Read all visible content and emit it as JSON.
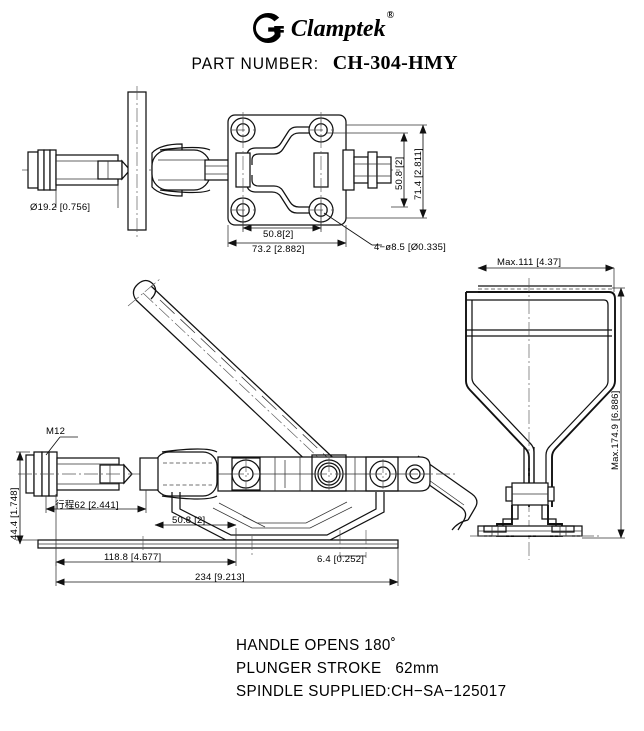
{
  "header": {
    "brand_icon": "clamptek-logo-icon",
    "brand_name": "Clamptek",
    "registered_mark": "®",
    "part_label": "PART NUMBER:",
    "part_number": "CH-304-HMY"
  },
  "views": {
    "top_view": "top-view-plan",
    "side_view": "side-view-elevation",
    "front_view": "front-view-section"
  },
  "dimensions": {
    "plunger_diameter": "Ø19.2 [0.756]",
    "mount_height": "50.8 [2]",
    "overall_plate_height": "71.4 [2.811]",
    "hole_spacing_horizontal": "50.8[2]",
    "plate_width": "73.2 [2.882]",
    "hole_callout": "4−ø8.5 [Ø0.335]",
    "max_width": "Max.111 [4.37]",
    "max_height": "Max.174.9 [6.886]",
    "thread_callout": "M12",
    "base_height": "44.4 [1.748]",
    "stroke_dim": "行程62 [2.441]",
    "stroke_dim_plain": "62 [2.441]",
    "base_hole_spacing": "50.8 [2]",
    "front_length": "118.8 [4.677]",
    "plate_thickness": "6.4 [0.252]",
    "overall_length": "234 [9.213]"
  },
  "notes": {
    "line1": "HANDLE OPENS 180˚",
    "line2": "PLUNGER STROKE   62mm",
    "line3": "SPINDLE SUPPLIED:CH−SA−125017"
  },
  "style": {
    "line_color": "#1a1a1a",
    "thin_line_color": "#555555",
    "background": "#ffffff"
  }
}
